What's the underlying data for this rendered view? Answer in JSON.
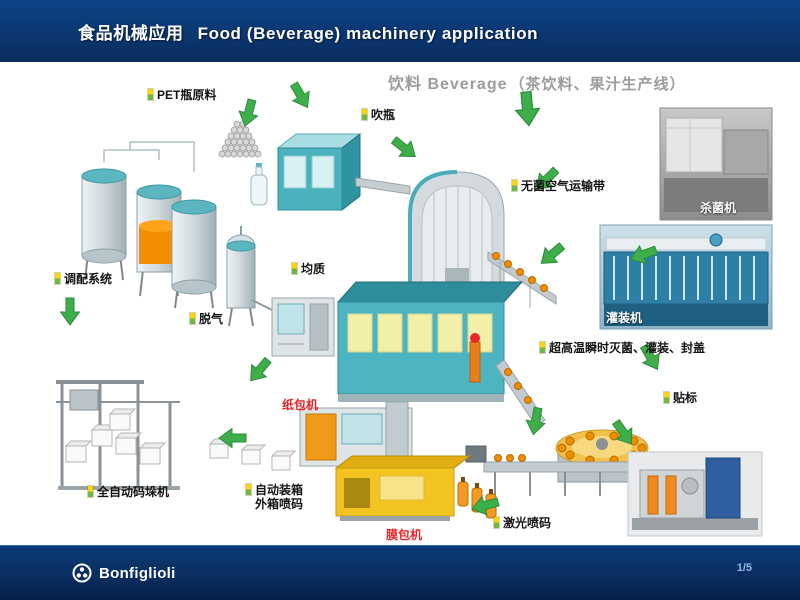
{
  "header": {
    "title_zh": "食品机械应用",
    "title_en": "Food (Beverage) machinery application"
  },
  "subtitle": {
    "main": "饮料 Beverage",
    "paren": "（茶饮料、果汁生产线）"
  },
  "labels": [
    {
      "id": "pet-material",
      "text": "PET瓶原料"
    },
    {
      "id": "blow-molding",
      "text": "吹瓶"
    },
    {
      "id": "aseptic-air-conveyor",
      "text": "无菌空气运输带"
    },
    {
      "id": "blending-system",
      "text": "调配系统"
    },
    {
      "id": "homogenizer",
      "text": "均质"
    },
    {
      "id": "degasser",
      "text": "脱气"
    },
    {
      "id": "uht-filling-capping",
      "text": "超高温瞬时灭菌、灌装、封盖"
    },
    {
      "id": "labeling",
      "text": "贴标"
    },
    {
      "id": "palletizer",
      "text": "全自动码垛机"
    },
    {
      "id": "case-packing",
      "text": "自动装箱",
      "text2": "外箱喷码"
    },
    {
      "id": "laser-coding",
      "text": "激光喷码"
    }
  ],
  "red_labels": [
    {
      "id": "carton-packer",
      "text": "纸包机"
    },
    {
      "id": "shrink-wrapper",
      "text": "膜包机"
    }
  ],
  "photo_captions": [
    {
      "id": "sterilizer",
      "text": "杀菌机"
    },
    {
      "id": "filler",
      "text": "灌装机"
    }
  ],
  "footer": {
    "brand": "Bonfiglioli",
    "page": "1/5"
  },
  "colors": {
    "header_bg": "#0b3a78",
    "footer_bg": "#082a58",
    "arrow_green": "#3dae49",
    "machine_teal": "#4db4c1",
    "highlight_orange": "#f08c00",
    "label_red": "#e8262a",
    "subtitle_gray": "#9c9c9c",
    "page_number_blue": "#8fb8e6"
  }
}
